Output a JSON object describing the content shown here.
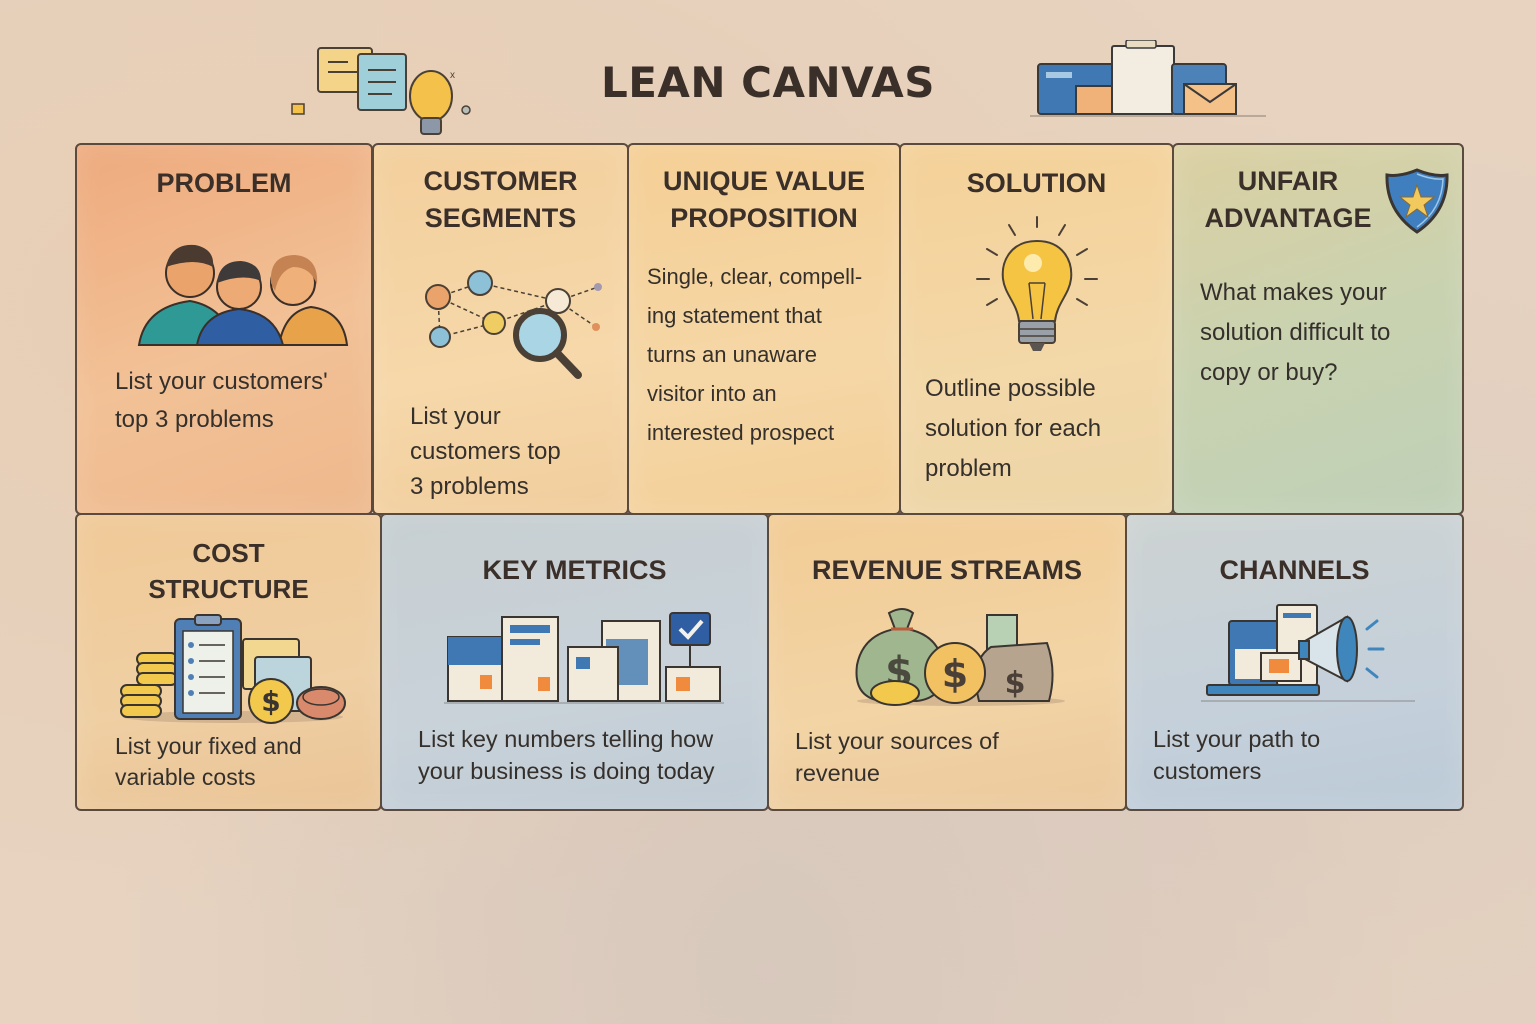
{
  "title": "LEAN CANVAS",
  "colors": {
    "background": "#e7d3c0",
    "border": "#5b4b3f",
    "text": "#3a2f29",
    "problem_bg": "#f0b98b",
    "segments_bg": "#f5d5a5",
    "uvp_bg": "#f5d4a0",
    "solution_bg": "#f3d6a3",
    "unfair_bg": "#c9d2b0",
    "cost_bg": "#efcb9d",
    "metrics_bg": "#c7d0d7",
    "revenue_bg": "#f1d0a0",
    "channels_bg": "#c5d0d8"
  },
  "blocks": {
    "problem": {
      "title": "PROBLEM",
      "icon": "people-group-icon",
      "lines": [
        "List your customers'",
        "top 3 problems"
      ]
    },
    "customer_segments": {
      "title_lines": [
        "CUSTOMER",
        "SEGMENTS"
      ],
      "icon": "network-magnifier-icon",
      "lines": [
        "List your",
        "customers top",
        "3 problems"
      ]
    },
    "unique_value_proposition": {
      "title_lines": [
        "UNIQUE VALUE",
        "PROPOSITION"
      ],
      "lines": [
        "Single, clear, compell-",
        "ing statement that",
        "turns an unaware",
        "visitor into an",
        "interested prospect"
      ]
    },
    "solution": {
      "title": "SOLUTION",
      "icon": "lightbulb-icon",
      "lines": [
        "Outline possible",
        "solution for each",
        "problem"
      ]
    },
    "unfair_advantage": {
      "title_lines": [
        "UNFAIR",
        "ADVANTAGE"
      ],
      "icon": "shield-star-icon",
      "lines": [
        "What makes your",
        "solution difficult to",
        "copy or buy?"
      ]
    },
    "cost_structure": {
      "title_lines": [
        "COST",
        "STRUCTURE"
      ],
      "icon": "clipboard-coins-icon",
      "lines": [
        "List your fixed and",
        "variable costs"
      ]
    },
    "key_metrics": {
      "title": "KEY METRICS",
      "icon": "dashboard-documents-icon",
      "lines": [
        "List key numbers telling how",
        "your business is doing today"
      ]
    },
    "revenue_streams": {
      "title": "REVENUE STREAMS",
      "icon": "money-bags-icon",
      "lines": [
        "List your sources of",
        "revenue"
      ]
    },
    "channels": {
      "title": "CHANNELS",
      "icon": "laptop-megaphone-icon",
      "lines": [
        "List your path to",
        "customers"
      ]
    }
  }
}
